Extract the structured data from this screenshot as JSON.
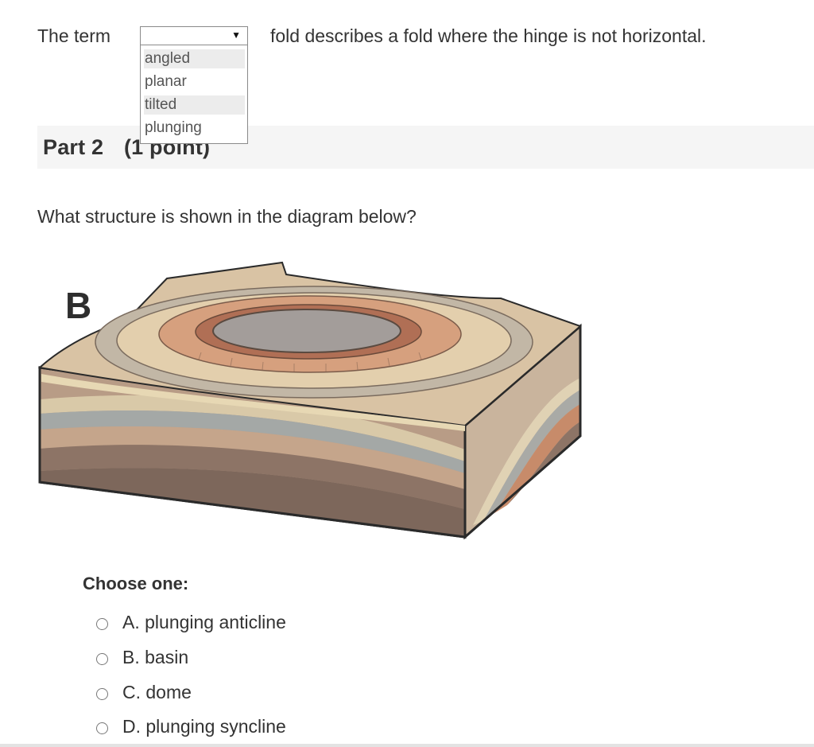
{
  "part1": {
    "prefix": "The term",
    "suffix": "fold describes a fold where the hinge is not horizontal.",
    "dropdown": {
      "selected": "",
      "options": [
        "angled",
        "planar",
        "tilted",
        "plunging"
      ]
    }
  },
  "part2": {
    "title": "Part 2",
    "points": "(1 point)",
    "question": "What structure is shown in the diagram below?",
    "diagram_label": "B",
    "choose_label": "Choose one:",
    "choices": [
      "A. plunging anticline",
      "B. basin",
      "C. dome",
      "D. plunging syncline"
    ]
  },
  "colors": {
    "text": "#333333",
    "part_bar": "#f5f5f5",
    "option_highlight": "#ececec"
  }
}
